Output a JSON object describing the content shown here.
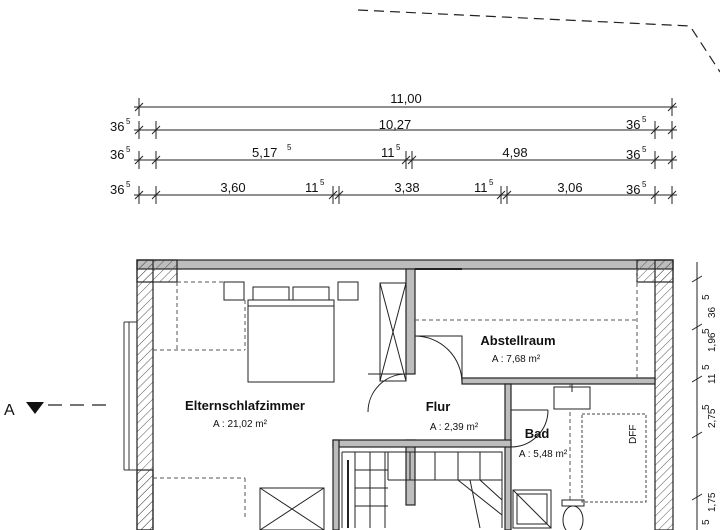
{
  "dimensions": {
    "row1": {
      "total": "11,00"
    },
    "row2": {
      "left": "36",
      "left_sup": "5",
      "main": "10,27",
      "right": "36",
      "right_sup": "5"
    },
    "row3": {
      "left": "36",
      "left_sup": "5",
      "a": "5,17",
      "a_sup": "5",
      "wall": "11",
      "wall_sup": "5",
      "b": "4,98",
      "right": "36",
      "right_sup": "5"
    },
    "row4": {
      "left": "36",
      "left_sup": "5",
      "a": "3,60",
      "w1": "11",
      "w1_sup": "5",
      "b": "3,38",
      "w2": "11",
      "w2_sup": "5",
      "c": "3,06",
      "right": "36",
      "right_sup": "5"
    }
  },
  "rooms": [
    {
      "name": "Elternschlafzimmer",
      "area": "A : 21,02 m²"
    },
    {
      "name": "Flur",
      "area": "A : 2,39 m²"
    },
    {
      "name": "Abstellraum",
      "area": "A : 7,68 m²"
    },
    {
      "name": "Bad",
      "area": "A : 5,48 m²"
    }
  ],
  "section_marker": {
    "label": "A"
  },
  "fixture_label": "DFF",
  "side_dims": [
    "36",
    "5",
    "1,96",
    "5",
    "11",
    "5",
    "2,75",
    "5",
    "1,75",
    "5"
  ]
}
